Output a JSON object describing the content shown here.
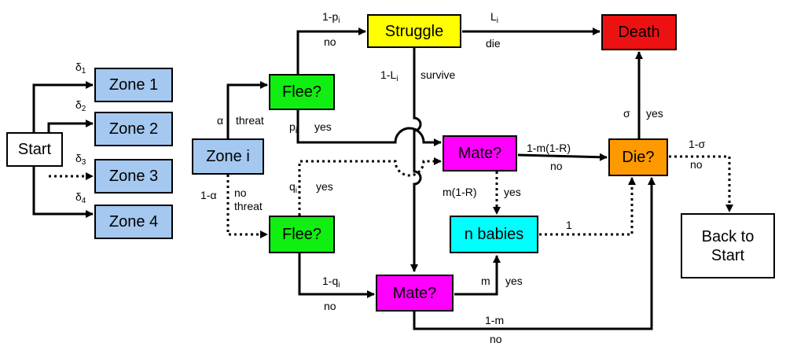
{
  "colors": {
    "zone": "#a4c8f0",
    "flee": "#11ee11",
    "struggle": "#ffff00",
    "death": "#ee1111",
    "mate": "#ff00ff",
    "die": "#ff9900",
    "babies": "#00ffff",
    "plain": "#ffffff",
    "line": "#000000"
  },
  "nodes": {
    "start": "Start",
    "zone1": "Zone 1",
    "zone2": "Zone 2",
    "zone3": "Zone 3",
    "zone4": "Zone 4",
    "zone_i": "Zone i",
    "flee_top": "Flee?",
    "flee_bottom": "Flee?",
    "struggle": "Struggle",
    "death": "Death",
    "mate_top": "Mate?",
    "mate_bottom": "Mate?",
    "die": "Die?",
    "babies": "n babies",
    "back": "Back to Start"
  },
  "labels": {
    "delta": "δ",
    "d1": "1",
    "d2": "2",
    "d3": "3",
    "d4": "4",
    "alpha": "α",
    "threat": "threat",
    "one_minus_alpha": "1-α",
    "no_threat": "no threat",
    "one_minus_p_prefix": "1-p",
    "p": "p",
    "q": "q",
    "one_minus_q_prefix": "1-q",
    "i": "i",
    "L": "L",
    "one_minus_L_prefix": "1-L",
    "no": "no",
    "yes": "yes",
    "die": "die",
    "survive": "survive",
    "m_1_R_mate": "1-m(1-R)",
    "m_1_R": "m(1-R)",
    "m": "m",
    "one_minus_m": "1-m",
    "one": "1",
    "sigma": "σ",
    "one_minus_sigma": "1-σ"
  }
}
